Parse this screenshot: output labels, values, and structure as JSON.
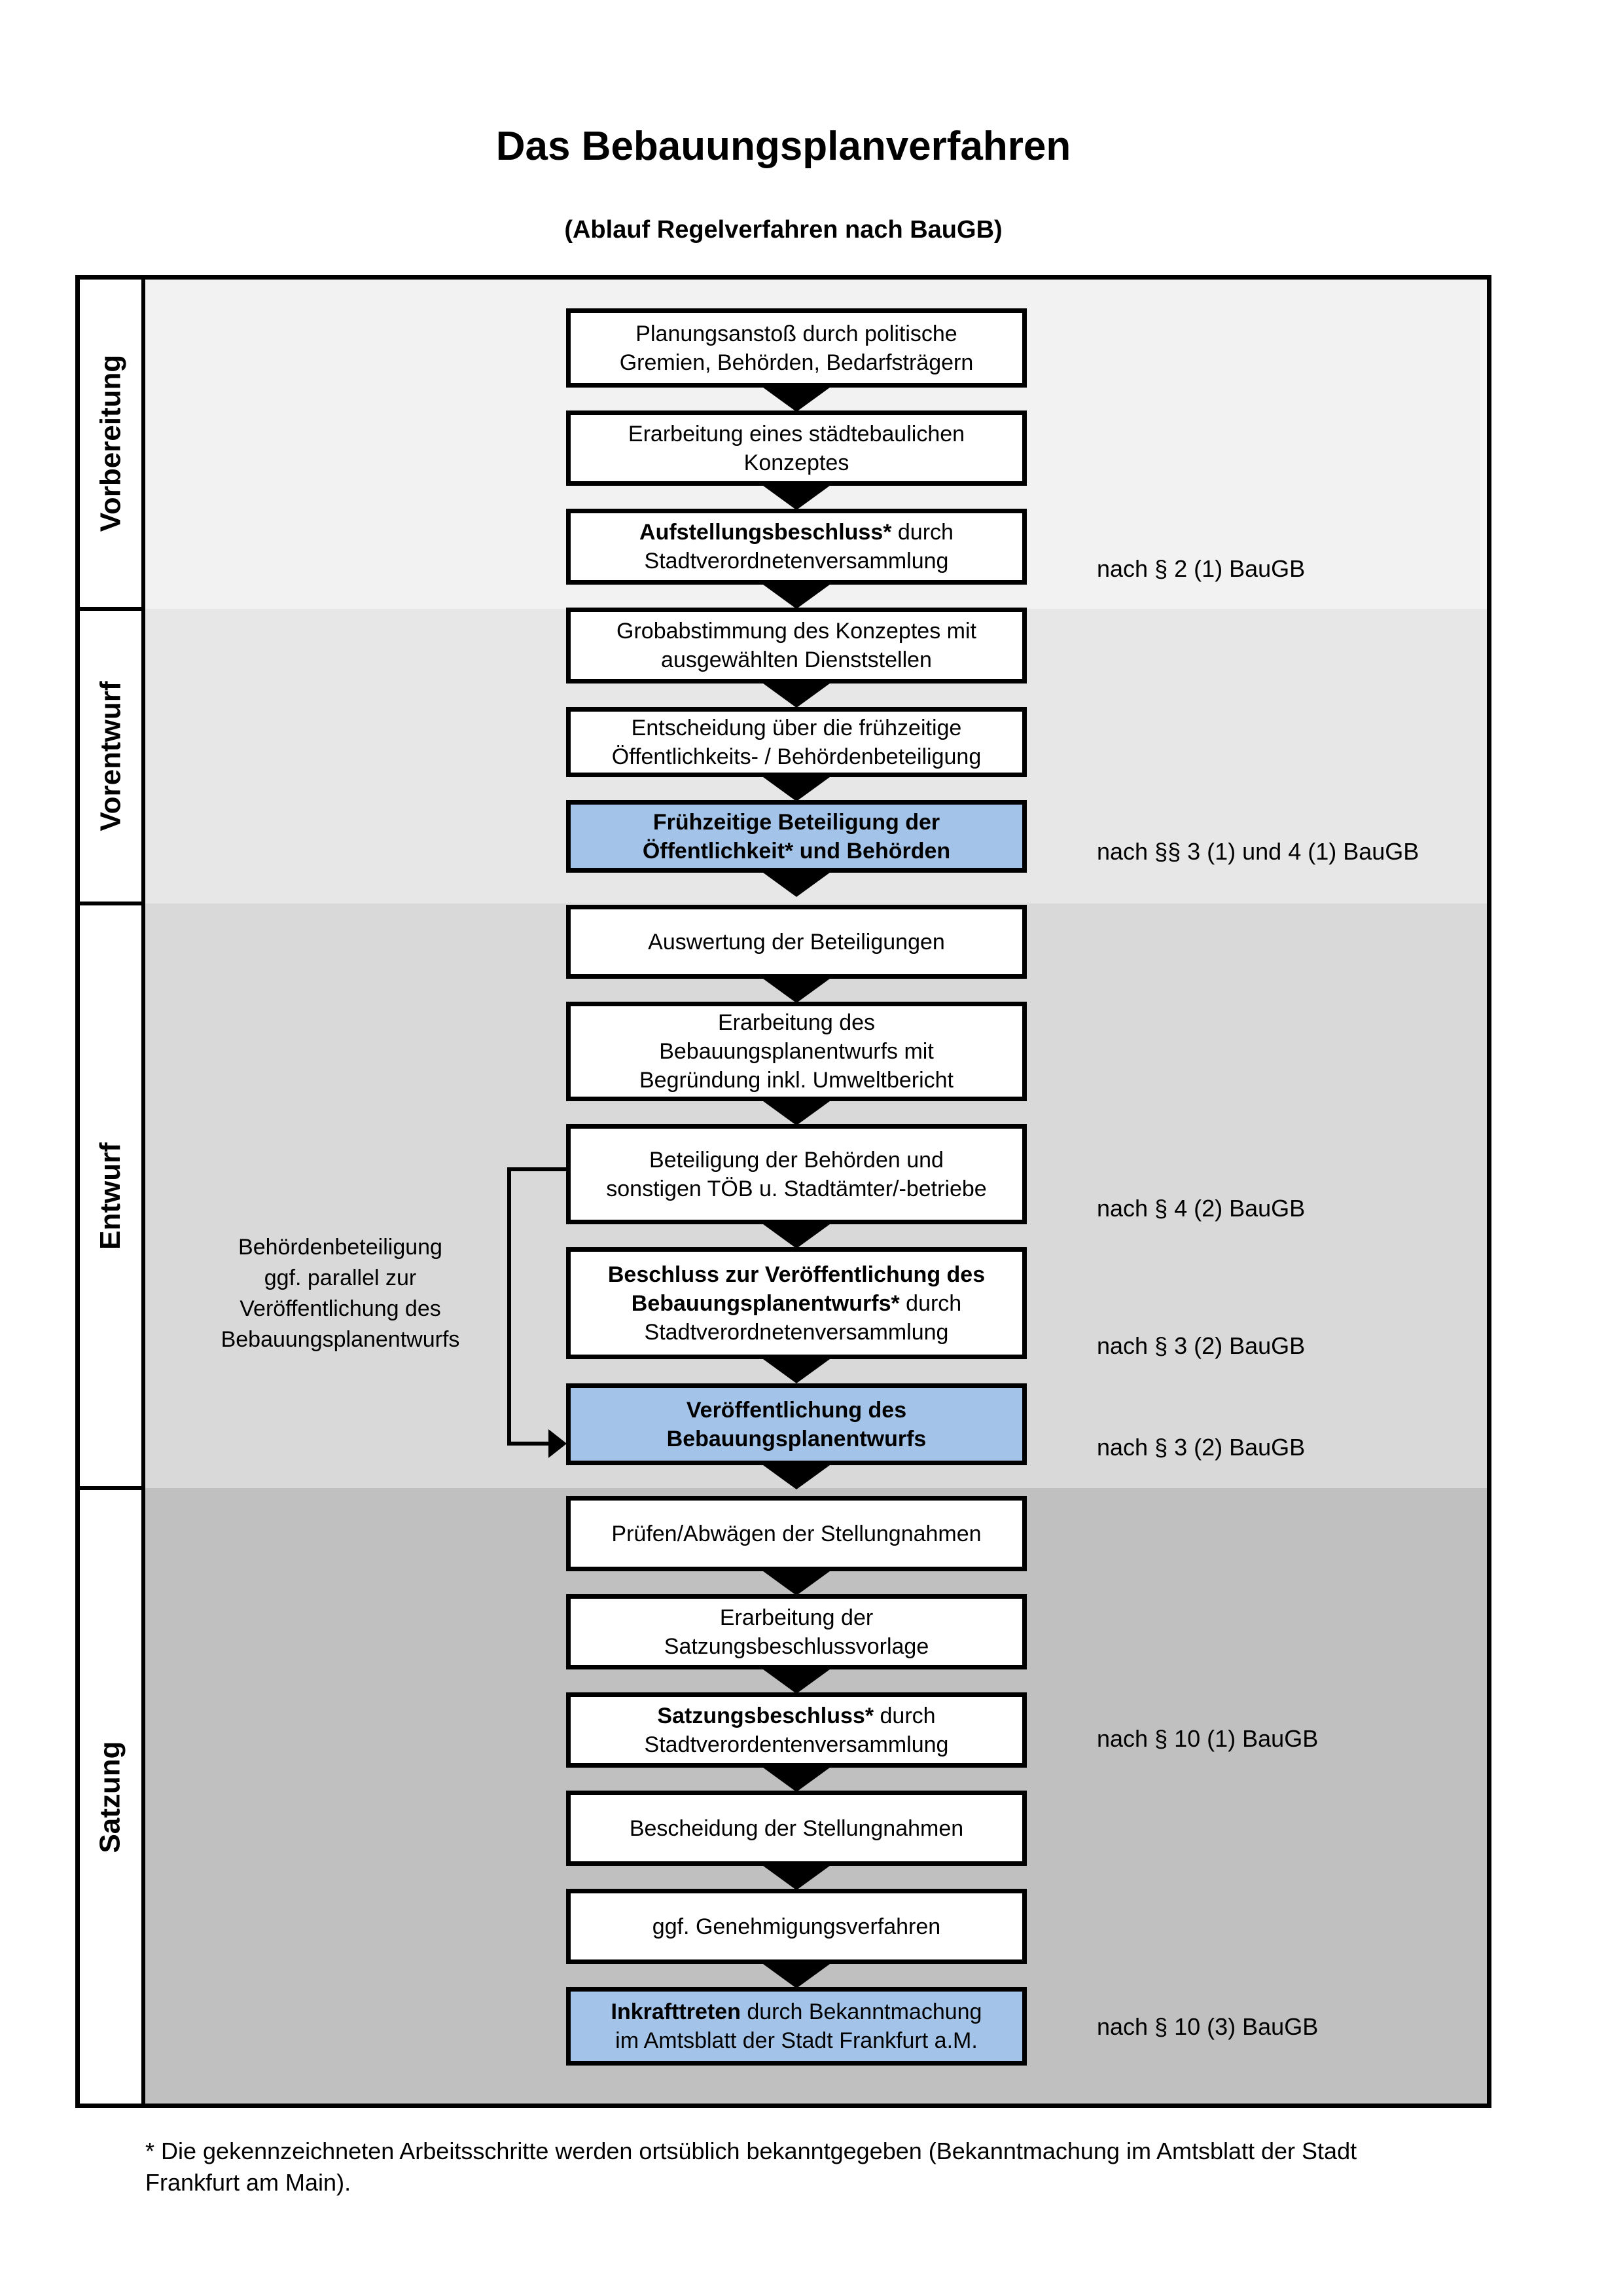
{
  "title": "Das Bebauungsplanverfahren",
  "subtitle": "(Ablauf Regelverfahren nach BauGB)",
  "phases": [
    {
      "label": "Vorbereitung"
    },
    {
      "label": "Vorentwurf"
    },
    {
      "label": "Entwurf"
    },
    {
      "label": "Satzung"
    }
  ],
  "steps": [
    {
      "bold": "",
      "text": "Planungsanstoß durch politische\nGremien, Behörden, Bedarfsträgern",
      "highlighted": false
    },
    {
      "bold": "",
      "text": "Erarbeitung eines städtebaulichen\nKonzeptes",
      "highlighted": false
    },
    {
      "bold": "Aufstellungsbeschluss*",
      "text": " durch\nStadtverordnetenversammlung",
      "highlighted": false
    },
    {
      "bold": "",
      "text": "Grobabstimmung des Konzeptes mit\nausgewählten Dienststellen",
      "highlighted": false
    },
    {
      "bold": "",
      "text": "Entscheidung über die frühzeitige\nÖffentlichkeits- / Behördenbeteiligung",
      "highlighted": false
    },
    {
      "bold": "Frühzeitige Beteiligung der\nÖffentlichkeit* und Behörden",
      "text": "",
      "highlighted": true
    },
    {
      "bold": "",
      "text": "Auswertung der Beteiligungen",
      "highlighted": false
    },
    {
      "bold": "",
      "text": "Erarbeitung des\nBebauungsplanentwurfs mit\nBegründung inkl. Umweltbericht",
      "highlighted": false
    },
    {
      "bold": "",
      "text": "Beteiligung der Behörden und\nsonstigen TÖB u. Stadtämter/-betriebe",
      "highlighted": false
    },
    {
      "bold": "Beschluss zur Veröffentlichung des\nBebauungsplanentwurfs*",
      "text": " durch\nStadtverordnetenversammlung",
      "highlighted": false
    },
    {
      "bold": "Veröffentlichung des\nBebauungsplanentwurfs",
      "text": "",
      "highlighted": true
    },
    {
      "bold": "",
      "text": "Prüfen/Abwägen der Stellungnahmen",
      "highlighted": false
    },
    {
      "bold": "",
      "text": "Erarbeitung der\nSatzungsbeschlussvorlage",
      "highlighted": false
    },
    {
      "bold": "Satzungsbeschluss*",
      "text": " durch\nStadtverordentenversammlung",
      "highlighted": false
    },
    {
      "bold": "",
      "text": "Bescheidung der Stellungnahmen",
      "highlighted": false
    },
    {
      "bold": "",
      "text": "ggf. Genehmigungsverfahren",
      "highlighted": false
    },
    {
      "bold": "Inkrafttreten",
      "text": " durch Bekanntmachung\nim Amtsblatt der Stadt Frankfurt a.M.",
      "highlighted": true
    }
  ],
  "annotations": [
    {
      "text": "nach § 2 (1) BauGB"
    },
    {
      "text": "nach §§ 3 (1) und 4 (1) BauGB"
    },
    {
      "text": "nach § 4 (2) BauGB"
    },
    {
      "text": "nach § 3 (2) BauGB"
    },
    {
      "text": "nach § 3 (2) BauGB"
    },
    {
      "text": "nach § 10 (1) BauGB"
    },
    {
      "text": "nach § 10 (3) BauGB"
    }
  ],
  "side_note": "Behördenbeteiligung\nggf. parallel zur\nVeröffentlichung des\nBebauungsplanentwurfs",
  "footnote": "* Die gekennzeichneten Arbeitsschritte werden ortsüblich bekanntgegeben (Bekanntmachung im Amtsblatt der Stadt\nFrankfurt am Main).",
  "colors": {
    "highlight": "#a3c4e8",
    "band_vorbereitung": "#f2f2f2",
    "band_vorentwurf": "#e7e7e7",
    "band_entwurf": "#d9d9d9",
    "band_satzung": "#c0c0c0"
  }
}
